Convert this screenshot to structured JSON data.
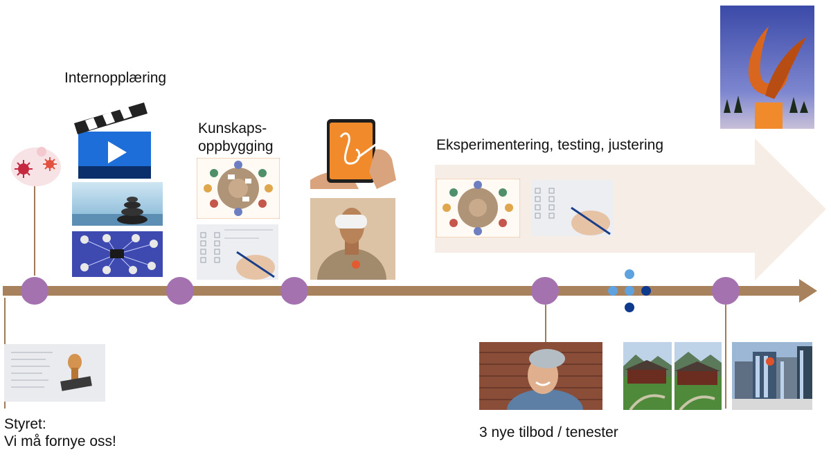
{
  "labels": {
    "internopplaering": "Internopplæring",
    "kunnskaps_line1": "Kunskaps-",
    "kunnskaps_line2": "oppbygging",
    "eksperimentering": "Eksperimentering, testing, justering",
    "styret_line1": "Styret:",
    "styret_line2": "Vi må fornye oss!",
    "tilbod": "3 nye tilbod / tenester"
  },
  "colors": {
    "timeline": "#a8825c",
    "milestone": "#a572b0",
    "big_arrow": "#f6eee6",
    "dot_light": "#5ea3e0",
    "dot_dark": "#0d3a8c"
  },
  "icons": [
    "virus-icon",
    "clapperboard-icon",
    "stones-image",
    "network-image",
    "meeting-table-image",
    "form-writing-image",
    "tablet-drawing-image",
    "vr-person-image",
    "sculpture-image",
    "stamp-document-image",
    "smiling-man-image",
    "building-image",
    "city-buildings-image"
  ]
}
